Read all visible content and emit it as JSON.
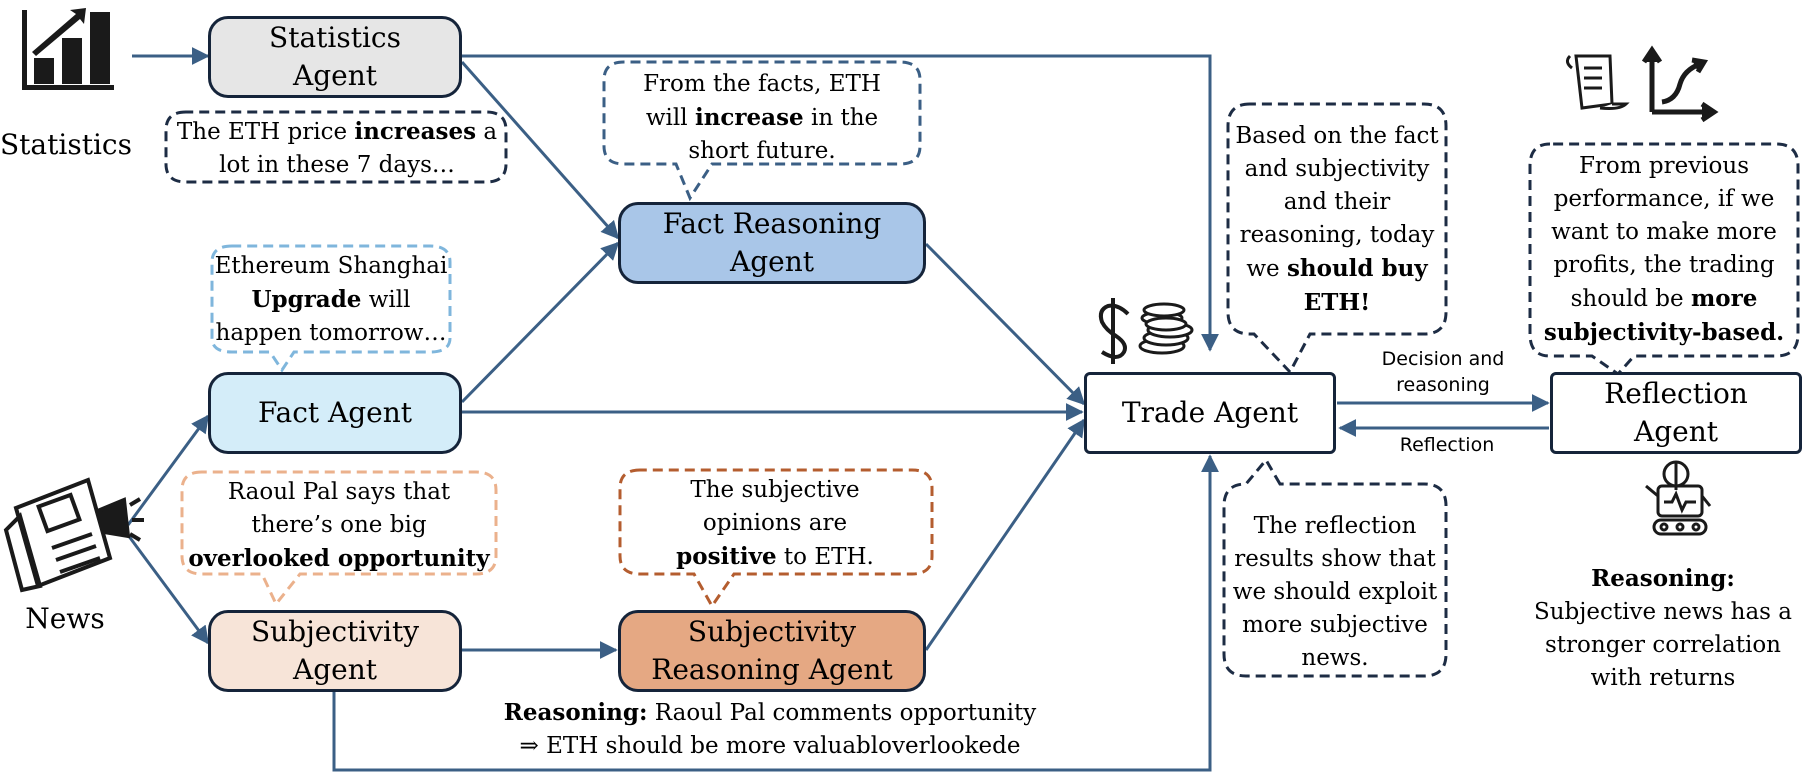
{
  "inputs": {
    "statistics_label": "Statistics",
    "news_label": "News"
  },
  "agents": {
    "statistics": [
      "Statistics",
      "Agent"
    ],
    "fact": "Fact Agent",
    "subjectivity": [
      "Subjectivity",
      "Agent"
    ],
    "fact_reasoning": [
      "Fact Reasoning",
      "Agent"
    ],
    "subjectivity_reasoning": [
      "Subjectivity",
      "Reasoning Agent"
    ],
    "trade": "Trade Agent",
    "reflection": [
      "Reflection",
      "Agent"
    ]
  },
  "bubbles": {
    "stats": {
      "pre": "The ETH price ",
      "bold": "increases",
      "post": " a lot in these 7 days…"
    },
    "fact": {
      "pre": "Ethereum Shanghai ",
      "bold": "Upgrade",
      "post": " will happen tomorrow…"
    },
    "subjective": {
      "pre": "Raoul Pal says that there’s one big ",
      "bold": "overlooked opportunity",
      "post": ""
    },
    "fact_reasoning": {
      "pre": "From the facts, ETH will ",
      "bold": "increase",
      "post": " in the short future."
    },
    "subj_reasoning": {
      "pre": "The subjective opinions are ",
      "bold": "positive",
      "post": " to ETH."
    },
    "trade_decision": {
      "pre": "Based on the fact and subjectivity and their reasoning, today we ",
      "bold": "should buy ETH!",
      "post": ""
    },
    "reflection_result": {
      "pre": "The reflection results show that we should exploit more subjective news.",
      "bold": "",
      "post": ""
    },
    "reflection_advice": {
      "pre": "From previous performance, if we want to make more profits, the trading should be ",
      "bold": "more subjectivity-based.",
      "post": ""
    }
  },
  "edge_labels": {
    "decision": "Decision and reasoning",
    "reflection": "Reflection"
  },
  "reasoning_notes": {
    "subjectivity": {
      "label": "Reasoning:",
      "line1": " Raoul Pal comments opportunity",
      "line2": "⇒ ETH should be more valuabloverlookede"
    },
    "reflection": {
      "label": "Reasoning:",
      "text": "Subjective news has a stronger correlation with returns"
    }
  },
  "colors": {
    "line": "#3b5f85",
    "border": "#15243a",
    "statistics_fill": "#e6e6e6",
    "fact_fill": "#d4edf9",
    "subjectivity_fill": "#f7e4d8",
    "fact_reasoning_fill": "#a9c6e8",
    "subj_reasoning_fill": "#e5a883",
    "bubble_dark": "#1d2c44",
    "bubble_blue": "#7fb6dc",
    "bubble_peach": "#ebb18c",
    "bubble_rust": "#b45d2f",
    "bubble_navy": "#3b5f85"
  },
  "icons": [
    "bar-chart-icon",
    "newspaper-icon",
    "dollar-icon",
    "coins-icon",
    "scroll-icon",
    "growth-arrow-icon",
    "robot-icon"
  ]
}
